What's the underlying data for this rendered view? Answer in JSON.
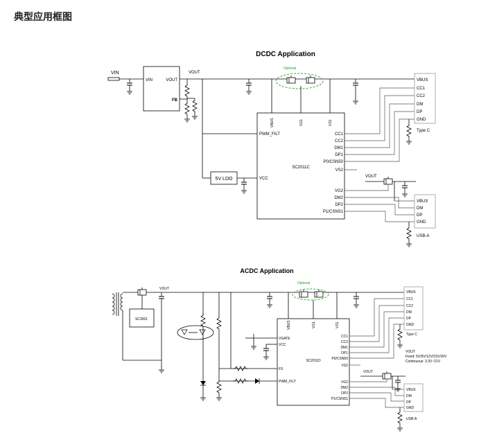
{
  "page_heading": "典型应用框图",
  "dcdc": {
    "title": "DCDC Application",
    "vin": "VIN",
    "vout": "VOUT",
    "conv_vin": "VIN",
    "conv_vout": "VOUT",
    "conv_fb": "FB",
    "ldo": "5V LDO",
    "optional": "Optional",
    "chip": "SC2011C",
    "top_pins": [
      "VBUS",
      "VG1",
      "VS1"
    ],
    "left_pins": [
      "PWM_FILT",
      "VCC"
    ],
    "right_pins": [
      "CC1",
      "CC2",
      "DM1",
      "DP1",
      "P0/CSN50",
      "VS2",
      "VG2",
      "DM2",
      "DP2",
      "P1/CSNS1"
    ],
    "vout2": "VOUT",
    "typec_pins": [
      "VBUS",
      "CC1",
      "CC2",
      "DM",
      "DP",
      "GND"
    ],
    "typec_label": "Type C",
    "usba_pins": [
      "VBUS",
      "DM",
      "DP",
      "GND"
    ],
    "usba_label": "USB-A"
  },
  "acdc": {
    "title": "ACDC Application",
    "vout": "VOUT",
    "controller": "SC3501",
    "optional": "Optional",
    "chip": "SC2011D",
    "top_pins": [
      "VBUS",
      "VG1",
      "VS1"
    ],
    "left_pins": [
      "VGATE",
      "VCC",
      "FS",
      "PWM_FILT"
    ],
    "right_pins": [
      "CC1",
      "CC2",
      "DM1",
      "DP1",
      "P0/CSN50",
      "VS2",
      "VG2",
      "DM2",
      "DP2",
      "P1/CSNS1"
    ],
    "typec_pins": [
      "VBUS",
      "CC1",
      "CC2",
      "DM",
      "DP",
      "GND"
    ],
    "typec_label": "Type C",
    "vout_note": [
      "VOUT",
      "Fixed: 5V/9V/12V/15V/20V",
      "Continuous: 3.3V~21V"
    ],
    "vout2": "VOUT",
    "usba_pins": [
      "VBUS",
      "DM",
      "DP",
      "GND"
    ],
    "usba_label": "USB-A"
  }
}
